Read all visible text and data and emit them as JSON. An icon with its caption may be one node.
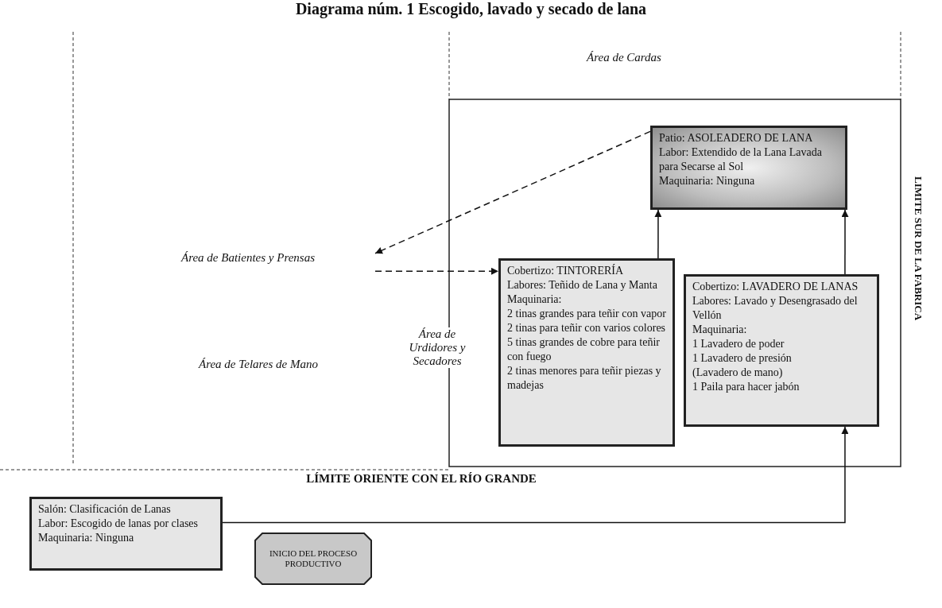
{
  "diagram": {
    "title": "Diagrama núm. 1 Escogido, lavado y secado de lana",
    "nodes": [
      {
        "text": [
          "Patio: ASOLEADERO DE LANA",
          "Labor: Extendido de la Lana Lavada para Secarse al Sol",
          "Maquinaria: Ninguna"
        ]
      },
      {
        "text": [
          "Área de Batientes y Prensas"
        ]
      },
      {
        "text": [
          "Cobertizo: TINTORERÍA",
          "Labores: Teñido de Lana y Manta",
          "Maquinaria:",
          "2 tinas grandes para teñir con vapor",
          "2 tinas para teñir con varios colores",
          "5 tinas grandes de cobre para teñir con fuego",
          "2 tinas menores para teñir piezas y madejas"
        ]
      },
      {
        "text": [
          "Cobertizo: LAVADERO DE LANAS",
          "Labores: Lavado y Desengrasado del Vellón",
          "Maquinaria:",
          "1 Lavadero de poder",
          "1 Lavadero de presión",
          "(Lavadero de mano)",
          "1 Paila para hacer jabón"
        ]
      },
      {
        "text": [
          "Salón: Clasificación de Lanas",
          "Labor: Escogido de lanas por clases",
          "Maquinaria: Ninguna"
        ]
      },
      {
        "text": [
          "INICIO DEL PROCESO PRODUCTIVO"
        ]
      }
    ],
    "edges": [
      {
        "from": 0,
        "to": 1,
        "arrow": "to",
        "style": "dashed"
      },
      {
        "from": 1,
        "to": 2,
        "arrow": "to",
        "style": "dashed"
      },
      {
        "from": 2,
        "to": 0,
        "arrow": "to"
      },
      {
        "from": 3,
        "to": 0,
        "arrow": "to"
      },
      {
        "from": 4,
        "to": 3,
        "arrow": "to"
      }
    ],
    "labels": [
      "Área de Cardas",
      "Área de Telares de Mano",
      "Área de Urdidores y Secadores",
      "LIMITE SUR DE LA FABRICA",
      "LÍMITE ORIENTE CON EL RÍO GRANDE"
    ]
  }
}
